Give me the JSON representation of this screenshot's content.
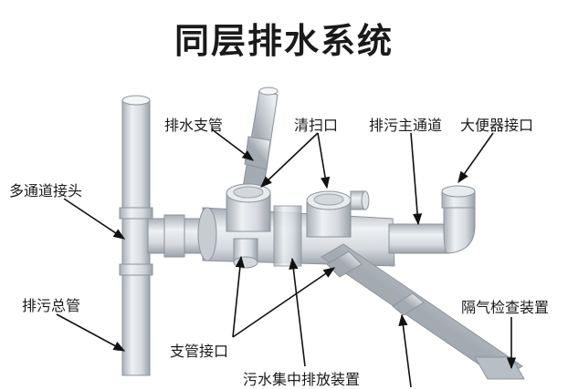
{
  "title": "同层排水系统",
  "labels": {
    "branch_drain": "排水支管",
    "cleanout": "清扫口",
    "main_channel": "排污主通道",
    "toilet_interface": "大便器接口",
    "multi_channel_joint": "多通道接头",
    "main_drain_stack": "排污总管",
    "odor_isolation": "隔气检查装置",
    "branch_interface": "支管接口",
    "collection_device": "污水集中排放装置"
  }
}
